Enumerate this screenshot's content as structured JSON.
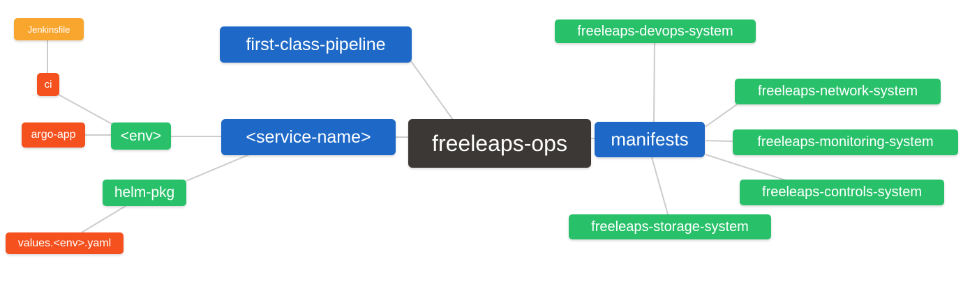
{
  "palette": {
    "blue": "#1E69C7",
    "green": "#28C16A",
    "orange": "#F9A62F",
    "red": "#F4511E",
    "dark": "#3B3835",
    "edge": "#CCCCCC"
  },
  "nodes": {
    "root": {
      "label": "freeleaps-ops",
      "color": "dark"
    },
    "first_class_pipeline": {
      "label": "first-class-pipeline",
      "color": "blue"
    },
    "service_name": {
      "label": "<service-name>",
      "color": "blue"
    },
    "manifests": {
      "label": "manifests",
      "color": "blue"
    },
    "env": {
      "label": "<env>",
      "color": "green"
    },
    "helm_pkg": {
      "label": "helm-pkg",
      "color": "green"
    },
    "ci": {
      "label": "ci",
      "color": "red"
    },
    "argo_app": {
      "label": "argo-app",
      "color": "red"
    },
    "values_yaml": {
      "label": "values.<env>.yaml",
      "color": "red"
    },
    "jenkinsfile": {
      "label": "Jenkinsfile",
      "color": "orange"
    },
    "devops_system": {
      "label": "freeleaps-devops-system",
      "color": "green"
    },
    "network_system": {
      "label": "freeleaps-network-system",
      "color": "green"
    },
    "monitoring_system": {
      "label": "freeleaps-monitoring-system",
      "color": "green"
    },
    "controls_system": {
      "label": "freeleaps-controls-system",
      "color": "green"
    },
    "storage_system": {
      "label": "freeleaps-storage-system",
      "color": "green"
    }
  },
  "edges": [
    [
      "jenkinsfile",
      "ci"
    ],
    [
      "ci",
      "env"
    ],
    [
      "argo_app",
      "env"
    ],
    [
      "env",
      "service_name"
    ],
    [
      "helm_pkg",
      "service_name"
    ],
    [
      "values_yaml",
      "helm_pkg"
    ],
    [
      "service_name",
      "root"
    ],
    [
      "first_class_pipeline",
      "root"
    ],
    [
      "root",
      "manifests"
    ],
    [
      "manifests",
      "devops_system"
    ],
    [
      "manifests",
      "network_system"
    ],
    [
      "manifests",
      "monitoring_system"
    ],
    [
      "manifests",
      "controls_system"
    ],
    [
      "manifests",
      "storage_system"
    ]
  ]
}
